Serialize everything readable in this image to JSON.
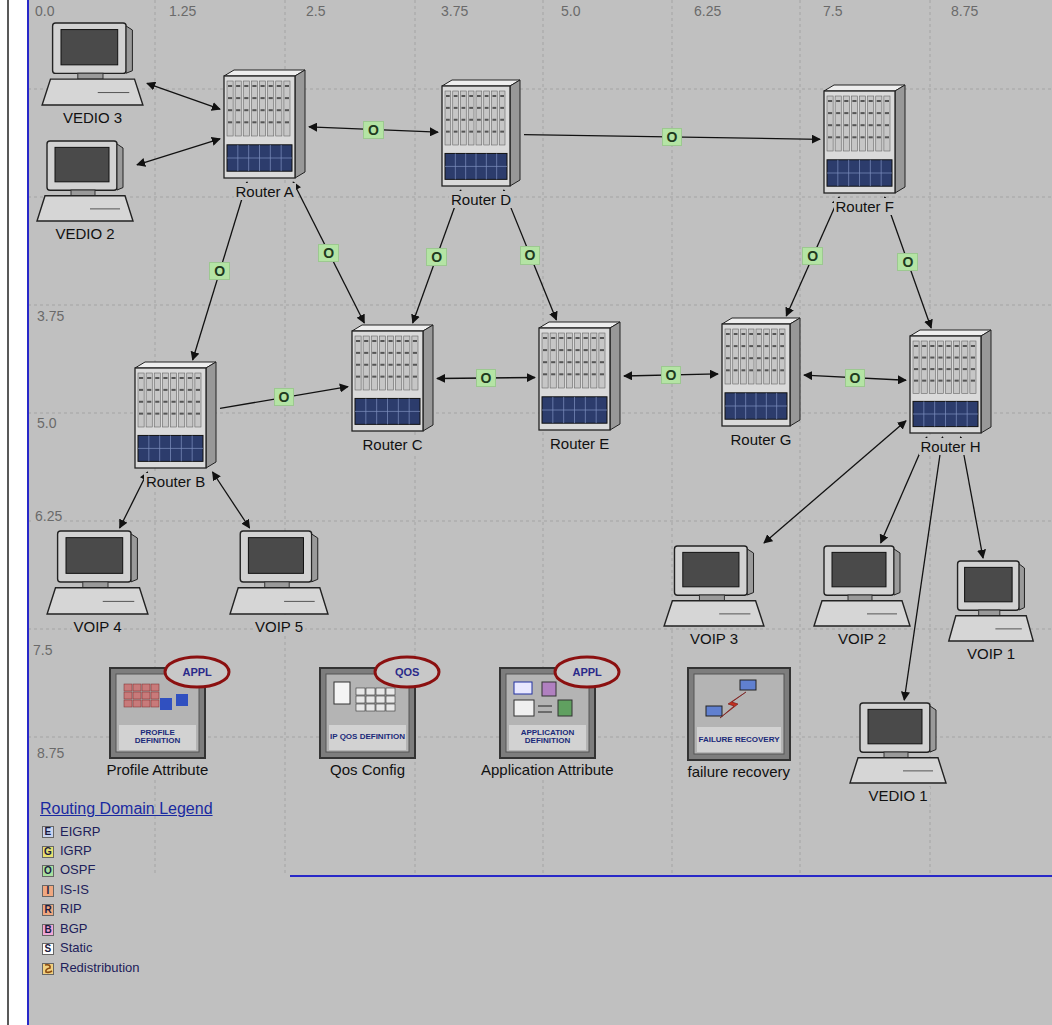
{
  "diagram": {
    "nodes": [
      {
        "text": [
          "VEDIO 3"
        ]
      },
      {
        "text": [
          "Router A"
        ]
      },
      {
        "text": [
          "Router D"
        ]
      },
      {
        "text": [
          "Router F"
        ]
      },
      {
        "text": [
          "VEDIO 2"
        ]
      },
      {
        "text": [
          "Router B"
        ]
      },
      {
        "text": [
          "Router C"
        ]
      },
      {
        "text": [
          "Router E"
        ]
      },
      {
        "text": [
          "Router G"
        ]
      },
      {
        "text": [
          "Router H"
        ]
      },
      {
        "text": [
          "VOIP 4"
        ]
      },
      {
        "text": [
          "VOIP 5"
        ]
      },
      {
        "text": [
          "VOIP 3"
        ]
      },
      {
        "text": [
          "VOIP 2"
        ]
      },
      {
        "text": [
          "VOIP 1"
        ]
      },
      {
        "text": [
          "APPL",
          "PROFILE DEFINITION",
          "Profile Attribute"
        ]
      },
      {
        "text": [
          "QOS",
          "IP QOS DEFINITION",
          "Qos Config"
        ]
      },
      {
        "text": [
          "APPL",
          "APPLICATION DEFINITION",
          "Application Attribute"
        ]
      },
      {
        "text": [
          "FAILURE RECOVERY",
          "failure recovery"
        ]
      },
      {
        "text": [
          "VEDIO 1"
        ]
      }
    ],
    "edges": [
      {
        "from": 0,
        "to": 1,
        "arrow": "both"
      },
      {
        "from": 4,
        "to": 1,
        "arrow": "both"
      },
      {
        "from": 1,
        "to": 2,
        "label": "O",
        "arrow": "both"
      },
      {
        "from": 2,
        "to": 3,
        "label": "O",
        "arrow": "to"
      },
      {
        "from": 1,
        "to": 5,
        "label": "O",
        "arrow": "both"
      },
      {
        "from": 1,
        "to": 6,
        "label": "O",
        "arrow": "both"
      },
      {
        "from": 2,
        "to": 6,
        "label": "O",
        "arrow": "both"
      },
      {
        "from": 2,
        "to": 7,
        "label": "O",
        "arrow": "both"
      },
      {
        "from": 3,
        "to": 8,
        "label": "O",
        "arrow": "both"
      },
      {
        "from": 3,
        "to": 9,
        "label": "O",
        "arrow": "both"
      },
      {
        "from": 5,
        "to": 6,
        "label": "O",
        "arrow": "to"
      },
      {
        "from": 6,
        "to": 7,
        "label": "O",
        "arrow": "both"
      },
      {
        "from": 7,
        "to": 8,
        "label": "O",
        "arrow": "both"
      },
      {
        "from": 8,
        "to": 9,
        "label": "O",
        "arrow": "both"
      },
      {
        "from": 5,
        "to": 10,
        "arrow": "both"
      },
      {
        "from": 5,
        "to": 11,
        "arrow": "both"
      },
      {
        "from": 9,
        "to": 12,
        "arrow": "both"
      },
      {
        "from": 9,
        "to": 13,
        "arrow": "both"
      },
      {
        "from": 9,
        "to": 14,
        "arrow": "both"
      },
      {
        "from": 9,
        "to": 19,
        "arrow": "both"
      }
    ],
    "labels": [
      "0.0",
      "1.25",
      "2.5",
      "3.75",
      "5.0",
      "6.25",
      "7.5",
      "8.75",
      "3.75",
      "5.0",
      "6.25",
      "7.5",
      "8.75",
      "Routing Domain Legend",
      "E",
      "G",
      "O",
      "I",
      "R",
      "B",
      "S"
    ],
    "legend": [
      {
        "text": "EIGRP",
        "color": "#c8d4f0"
      },
      {
        "text": "IGRP",
        "color": "#e8e070"
      },
      {
        "text": "OSPF",
        "color": "#a8e0a0"
      },
      {
        "text": "IS-IS",
        "color": "#f0a880"
      },
      {
        "text": "RIP",
        "color": "#f0a880"
      },
      {
        "text": "BGP",
        "color": "#f0a8d8"
      },
      {
        "text": "Static",
        "color": "#ffffff"
      },
      {
        "text": "Redistribution",
        "color": "#f0d080"
      }
    ]
  }
}
